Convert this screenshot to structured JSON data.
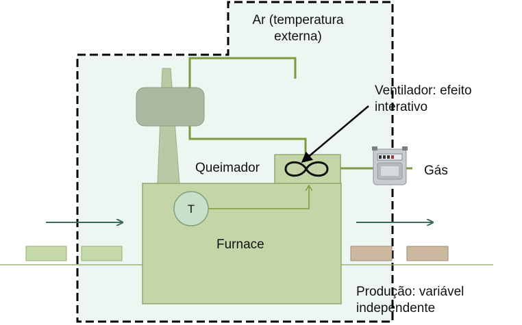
{
  "labels": {
    "air": "Ar (temperatura externa)",
    "fan": "Ventilador: efeito interativo",
    "burner": "Queimador",
    "gas": "Gás",
    "sensor": "T",
    "furnace": "Furnace",
    "production": "Produção: variável independente"
  },
  "colors": {
    "boundary_fill": "#eef6f2",
    "boundary_stroke": "#000000",
    "furnace_fill": "#c4d6a8",
    "furnace_stroke": "#8faa6c",
    "pipe": "#7e9a3e",
    "chimney_fill": "#b9c9a6",
    "heat_exchanger_fill": "#a9b8a0",
    "sensor_fill": "#c8e0c8",
    "arrow": "#3b6a5a",
    "product_in": "#c6d9a9",
    "product_out": "#cdb9a0",
    "floor": "#9cb37a"
  }
}
